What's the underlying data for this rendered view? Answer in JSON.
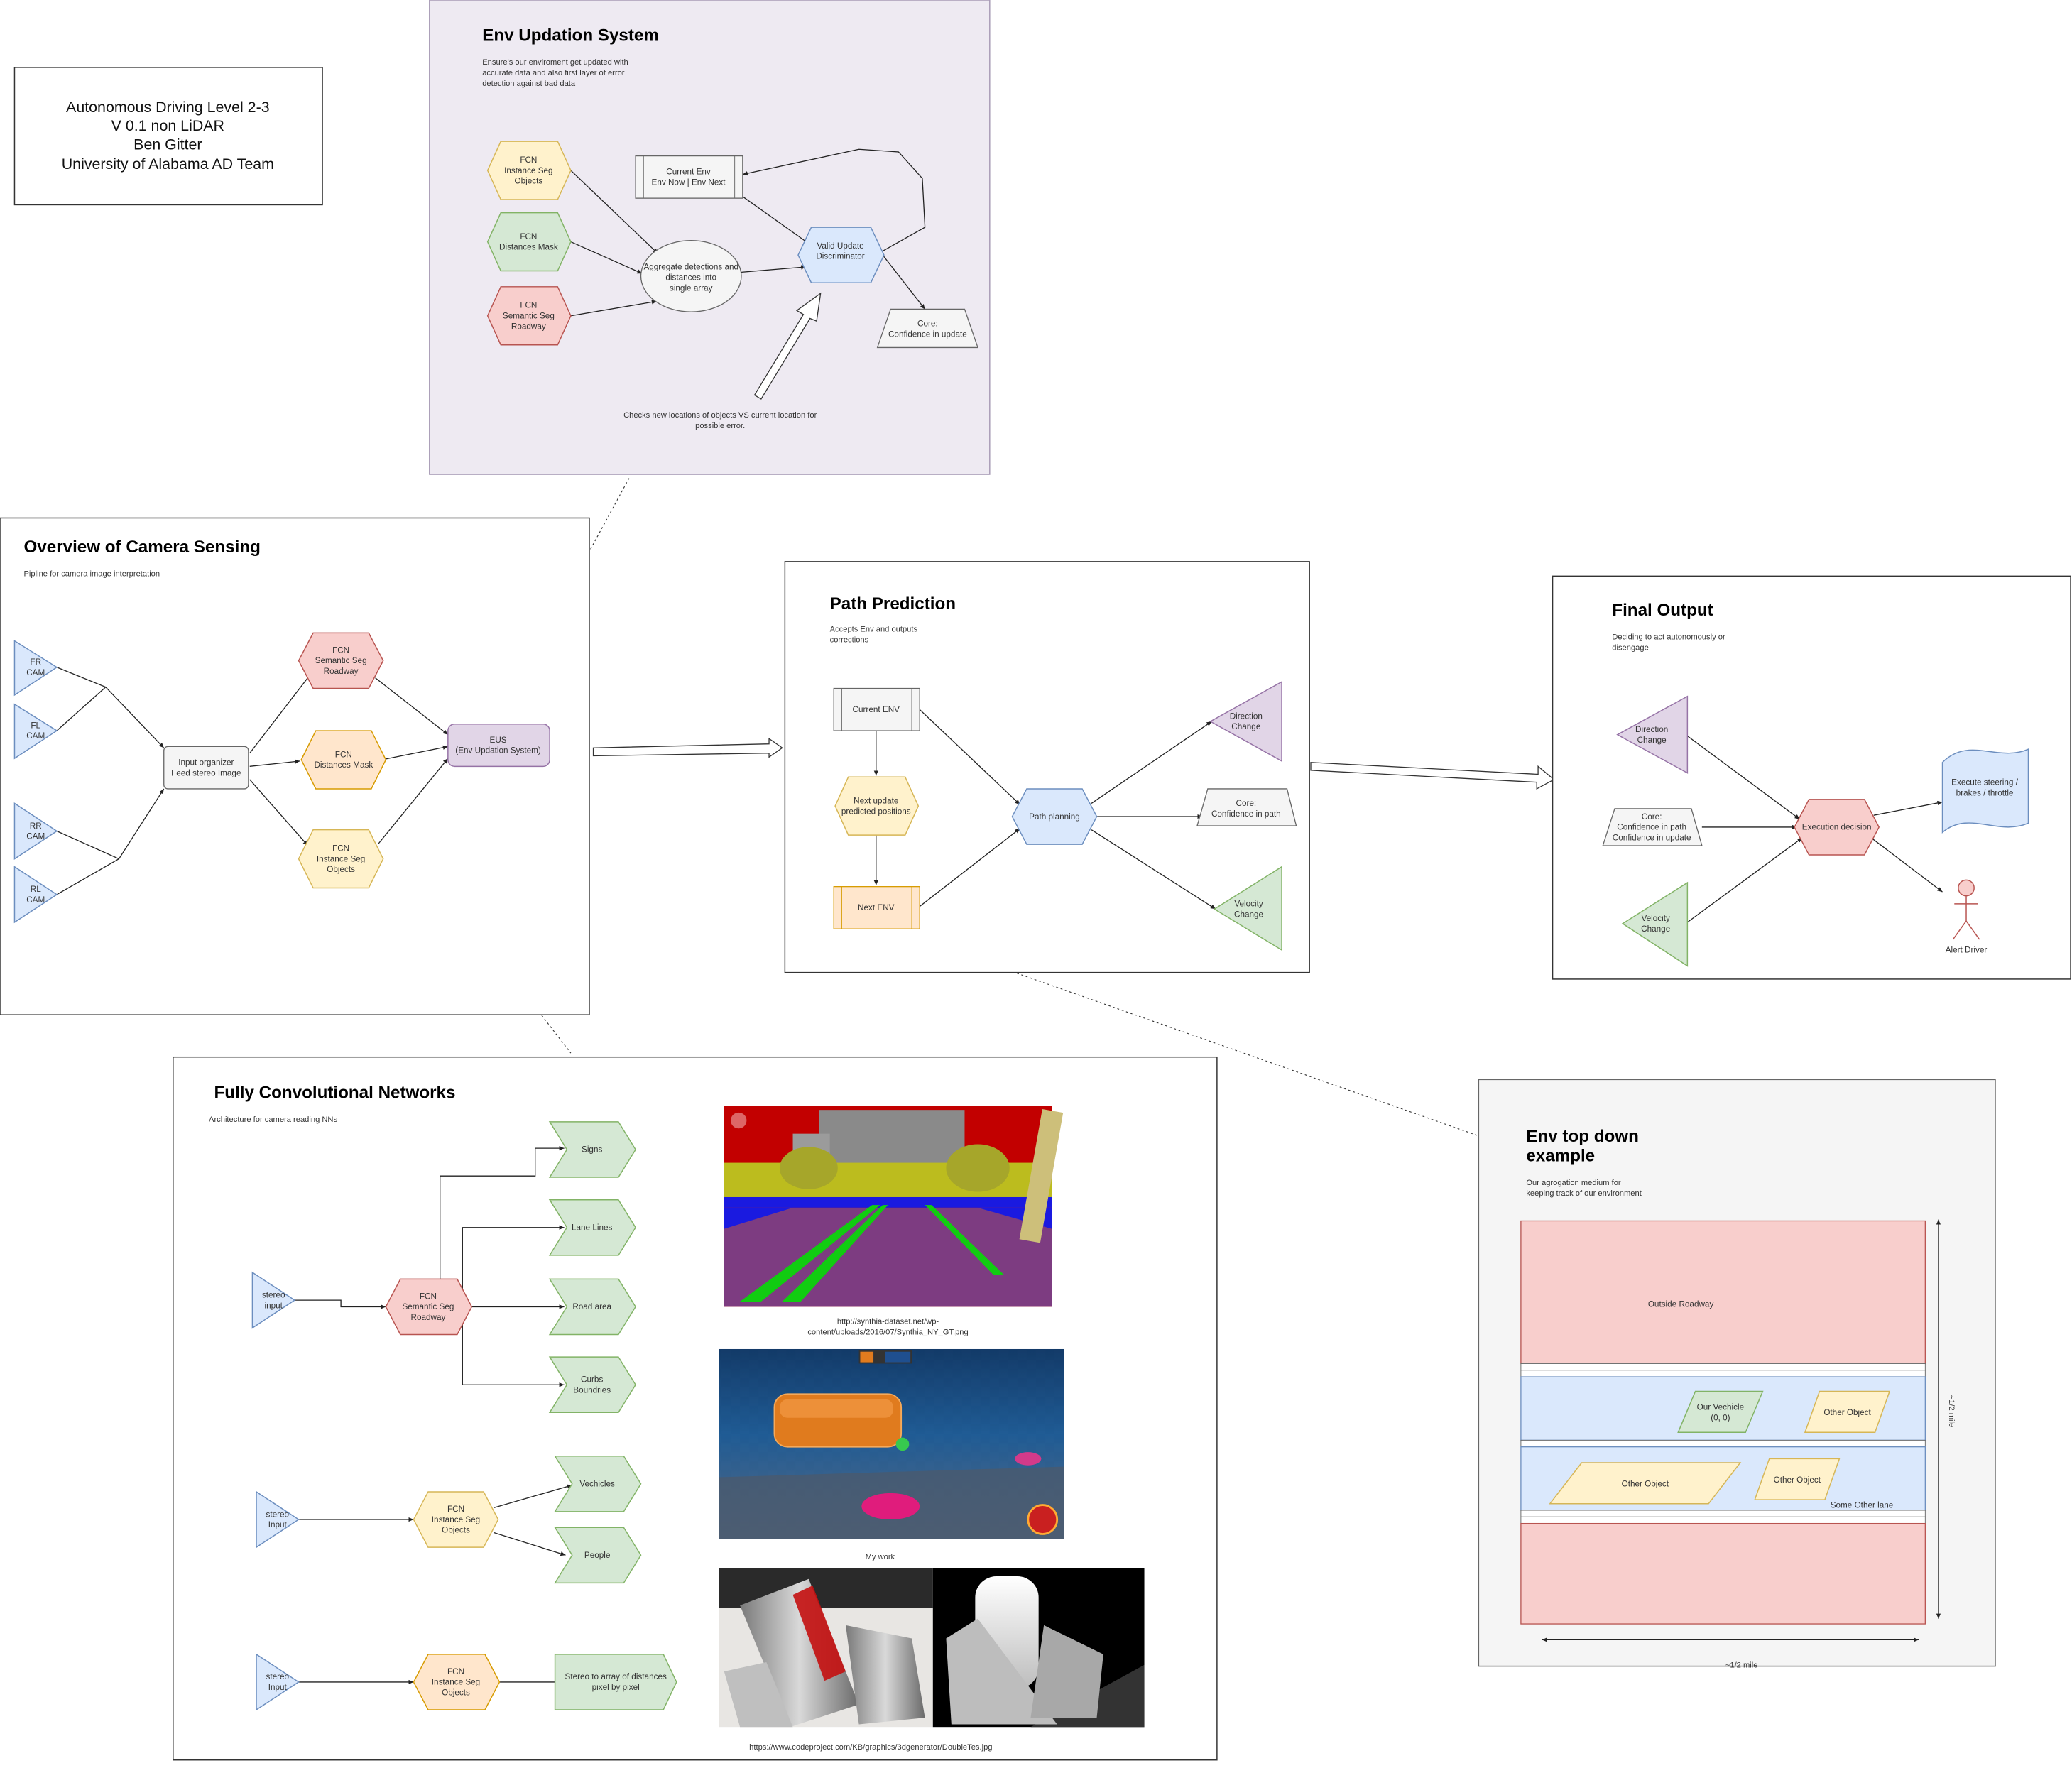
{
  "header": {
    "line1": "Autonomous Driving Level 2-3",
    "line2": "V 0.1 non LiDAR",
    "line3": "Ben Gitter",
    "line4": "University of Alabama AD Team"
  },
  "eus": {
    "title": "Env Updation System",
    "desc": [
      "Ensure's our enviroment get updated with",
      "accurate data and also first layer of error",
      "detection against bad data"
    ],
    "fcn_objects": [
      "FCN",
      "Instance Seg",
      "Objects"
    ],
    "fcn_distances": [
      "FCN",
      "Distances Mask"
    ],
    "fcn_roadway": [
      "FCN",
      "Semantic Seg",
      "Roadway"
    ],
    "current_env": [
      "Current Env",
      "Env Now | Env Next"
    ],
    "aggregate": [
      "Aggregate detections and",
      "distances into",
      "single array"
    ],
    "discriminator": [
      "Valid Update",
      "Discriminator"
    ],
    "core": [
      "Core:",
      "Confidence in update"
    ],
    "checks": [
      "Checks new locations of objects VS current location for",
      "possible error."
    ]
  },
  "camera": {
    "title": "Overview of Camera Sensing",
    "desc": "Pipline for camera image interpretation",
    "fr": [
      "FR",
      "CAM"
    ],
    "fl": [
      "FL",
      "CAM"
    ],
    "rr": [
      "RR",
      "CAM"
    ],
    "rl": [
      "RL",
      "CAM"
    ],
    "organizer": [
      "Input organizer",
      "Feed stereo Image"
    ],
    "fcn_roadway": [
      "FCN",
      "Semantic Seg",
      "Roadway"
    ],
    "fcn_distances": [
      "FCN",
      "Distances Mask"
    ],
    "fcn_objects": [
      "FCN",
      "Instance Seg",
      "Objects"
    ],
    "eus": [
      "EUS",
      "(Env Updation System)"
    ]
  },
  "path": {
    "title": "Path Prediction",
    "desc": [
      "Accepts Env and outputs",
      "corrections"
    ],
    "current_env": "Current ENV",
    "next_update": [
      "Next update",
      "predicted positions"
    ],
    "next_env": "Next ENV",
    "planning": "Path planning",
    "direction": [
      "Direction",
      "Change"
    ],
    "core": [
      "Core:",
      "Confidence in path"
    ],
    "velocity": [
      "Velocity",
      "Change"
    ]
  },
  "final": {
    "title": "Final Output",
    "desc": [
      "Deciding to act autonomously or",
      "disengage"
    ],
    "direction": [
      "Direction",
      "Change"
    ],
    "core": [
      "Core:",
      "Confidence in path",
      "Confidence in update"
    ],
    "velocity": [
      "Velocity",
      "Change"
    ],
    "execution": "Execution decision",
    "steering": [
      "Execute steering /",
      "brakes / throttle"
    ],
    "alert": "Alert Driver"
  },
  "fcn": {
    "title": "Fully Convolutional Networks",
    "desc": "Architecture for camera reading NNs",
    "stereo1": [
      "stereo",
      "input"
    ],
    "stereo2": [
      "stereo",
      "Input"
    ],
    "stereo3": [
      "stereo",
      "Input"
    ],
    "roadway": [
      "FCN",
      "Semantic Seg",
      "Roadway"
    ],
    "objects": [
      "FCN",
      "Instance Seg",
      "Objects"
    ],
    "objects2": [
      "FCN",
      "Instance Seg",
      "Objects"
    ],
    "signs": "Signs",
    "lanes": "Lane Lines",
    "road": "Road area",
    "curbs": [
      "Curbs",
      "Boundries"
    ],
    "vehicles": "Vechicles",
    "people": "People",
    "distances": [
      "Stereo to array of distances",
      "pixel by pixel"
    ],
    "url1": [
      "http://synthia-dataset.net/wp-",
      "content/uploads/2016/07/Synthia_NY_GT.png"
    ],
    "caption2": "My work",
    "url3": "https://www.codeproject.com/KB/graphics/3dgenerator/DoubleTes.jpg"
  },
  "topdown": {
    "title": [
      "Env top down",
      "example"
    ],
    "desc": [
      "Our agrogation medium for",
      "keeping track of our environment"
    ],
    "outside": "Outside Roadway",
    "our_vehicle": [
      "Our Vechicle",
      "(0, 0)"
    ],
    "other1": "Other Object",
    "other2": "Other Object",
    "other3": "Other Object",
    "lane": "Some Other lane",
    "v_dim": "~1/2 mile",
    "h_dim": "~1/2 mile"
  },
  "colors": {
    "red_fill": "#f8cecc",
    "red_stroke": "#b85450",
    "green_fill": "#d5e8d4",
    "green_stroke": "#82b366",
    "yellow_fill": "#fff2cc",
    "yellow_stroke": "#d6b656",
    "orange_fill": "#ffe6cc",
    "orange_stroke": "#d79b00",
    "blue_fill": "#dae8fc",
    "blue_stroke": "#6c8ebf",
    "purple_fill": "#e1d5e7",
    "purple_stroke": "#9673a6"
  }
}
